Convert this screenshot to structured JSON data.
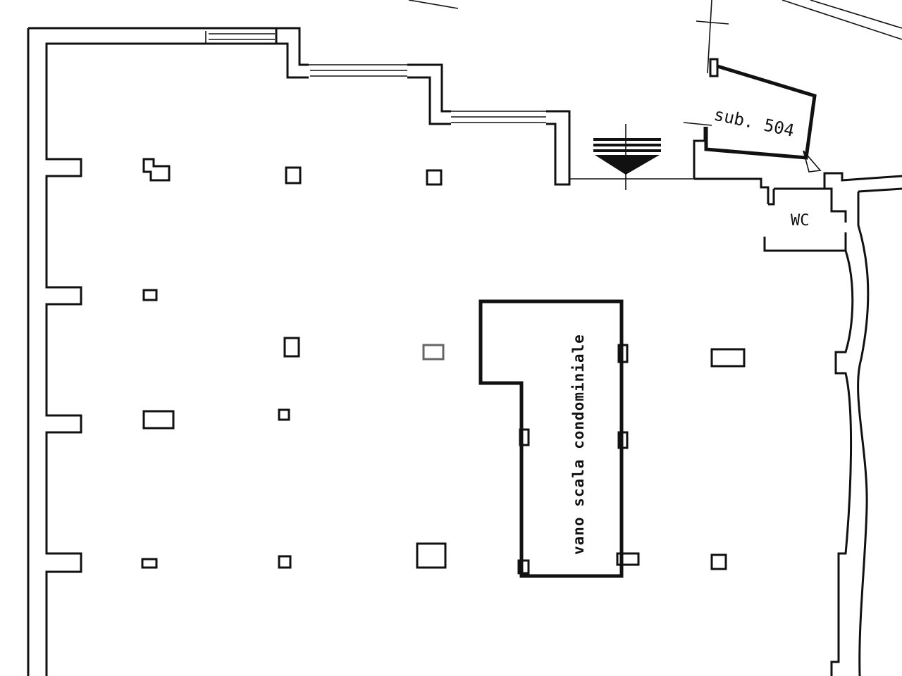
{
  "labels": {
    "stairwell": "vano scala condominiale",
    "subunit": "sub. 504",
    "wc": "WC"
  },
  "colors": {
    "ink": "#111111",
    "paper": "#ffffff"
  },
  "icons": {
    "level_marker": "triangle-level-marker-icon"
  }
}
